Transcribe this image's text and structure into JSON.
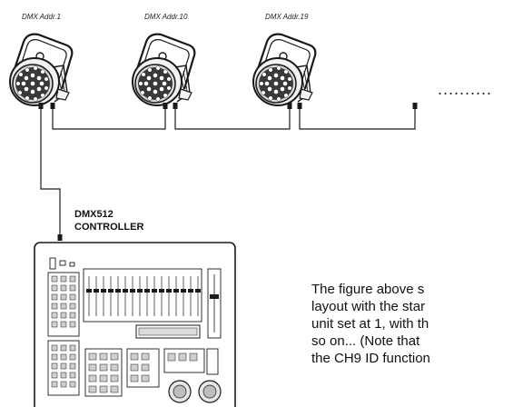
{
  "fixtures": [
    {
      "addr_label": "DMX Addr.1"
    },
    {
      "addr_label": "DMX Addr.10"
    },
    {
      "addr_label": "DMX Addr.19"
    }
  ],
  "continuation": "..........",
  "controller": {
    "label_line1": "DMX512",
    "label_line2": "CONTROLLER"
  },
  "description_lines": [
    "The figure above s",
    "layout with the star",
    "unit set at 1, with th",
    "so on... (Note that",
    "the CH9 ID function"
  ],
  "colors": {
    "line": "#1a1a1a",
    "fixture_body": "#f2f2f2",
    "fixture_dark": "#3a3a3a",
    "controller_panel": "#ffffff"
  }
}
